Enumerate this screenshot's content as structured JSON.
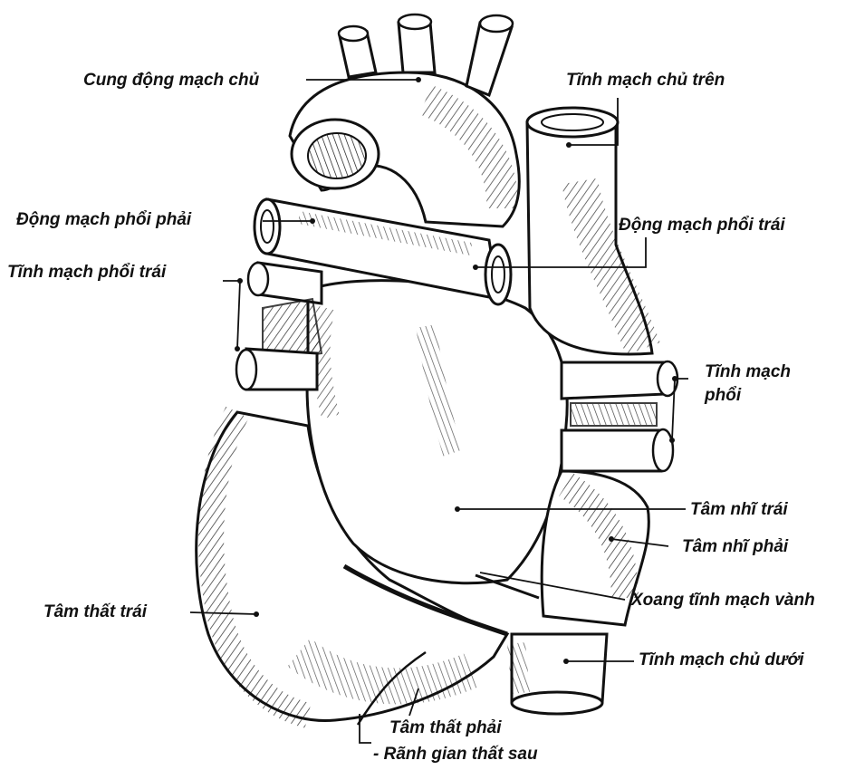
{
  "labels": {
    "cung_dong_mach_chu": "Cung động mạch chủ",
    "tinh_mach_chu_tren": "Tĩnh mạch chủ trên",
    "dong_mach_phoi_phai": "Động mạch phổi phải",
    "dong_mach_phoi_trai": "Động mạch phổi trái",
    "tinh_mach_phoi_trai": "Tĩnh mạch phổi trái",
    "tinh_mach_phoi_line1": "Tĩnh mạch",
    "tinh_mach_phoi_line2": "phổi",
    "tam_nhi_trai": "Tâm nhĩ trái",
    "tam_nhi_phai": "Tâm nhĩ phải",
    "xoang_tinh_mach_vanh": "Xoang tĩnh mạch vành",
    "tam_that_trai": "Tâm thất trái",
    "tinh_mach_chu_duoi": "Tĩnh mạch chủ dưới",
    "tam_that_phai": "Tâm thất phải",
    "ranh_gian_that_sau": "- Rãnh gian thất sau"
  }
}
